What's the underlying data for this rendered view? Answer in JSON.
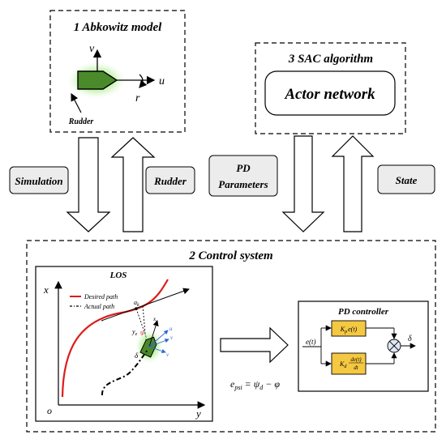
{
  "boxes": {
    "abkowitz": {
      "title": "1 Abkowitz model",
      "rudder_label": "Rudder",
      "axis_u": "u",
      "axis_v": "v",
      "axis_r": "r"
    },
    "sac": {
      "title": "3 SAC algorithm",
      "actor": "Actor network"
    },
    "control": {
      "title": "2 Control system"
    }
  },
  "arrow_labels": {
    "simulation": "Simulation",
    "rudder": "Rudder",
    "pd_params_line1": "PD",
    "pd_params_line2": "Parameters",
    "state": "State"
  },
  "los_plot": {
    "title": "LOS",
    "x_axis": "x",
    "y_axis": "y",
    "origin": "o",
    "legend_desired": "Desired path",
    "legend_actual": "Actual path",
    "label_ak": "a",
    "label_ak_sub": "k",
    "label_ye": "y",
    "label_ye_sub": "e",
    "label_delta": "δ",
    "label_psi": "ψ",
    "label_u": "u",
    "label_v": "v",
    "label_vs": "v",
    "label_xe": "x",
    "label_xe_sub": "e",
    "colors": {
      "desired": "#dd1c1c",
      "vessel": "#4a8a2a",
      "glow": "#8fe06a",
      "vector": "#2f66d0",
      "psi": "#dd1c1c"
    }
  },
  "error_formula": {
    "lhs": "e",
    "lhs_sub": "psi",
    "rhs": " = ψ",
    "rhs_sub": "d",
    "tail": " − φ"
  },
  "pd_controller": {
    "title": "PD controller",
    "input": "e(t)",
    "kp_k": "K",
    "kp_sub": "p",
    "kp_tail": "e(t)",
    "kd_k": "K",
    "kd_sub": "d",
    "kd_num": "de(t)",
    "kd_den": "dt",
    "output": "δ",
    "block_color": "#f5c842"
  }
}
